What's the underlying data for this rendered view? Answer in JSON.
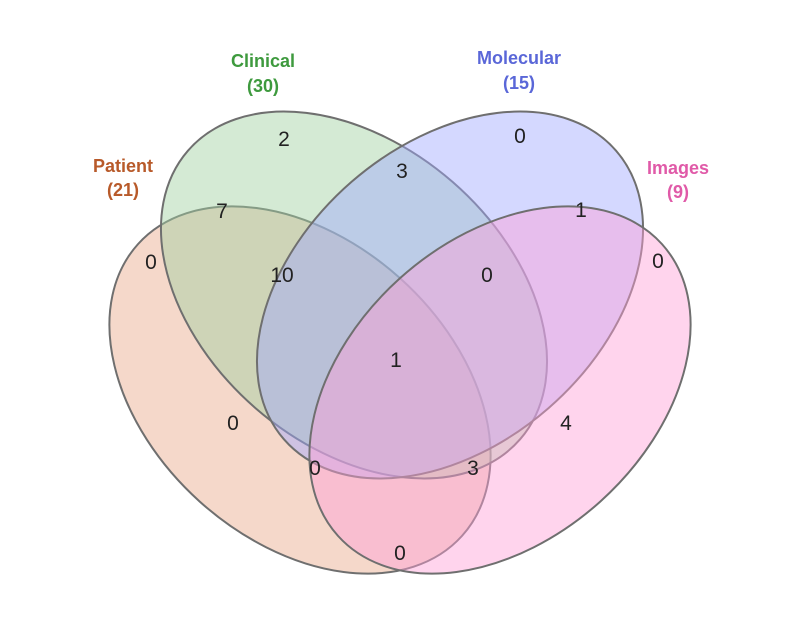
{
  "sets": [
    {
      "key": "patient",
      "name": "Patient",
      "size": "(21)",
      "color": "#b85a2a",
      "fill": "#e8a98a"
    },
    {
      "key": "clinical",
      "name": "Clinical",
      "size": "(30)",
      "color": "#3e9a3e",
      "fill": "#9fd19f"
    },
    {
      "key": "molecular",
      "name": "Molecular",
      "size": "(15)",
      "color": "#5a67d8",
      "fill": "#9fa8ff"
    },
    {
      "key": "images",
      "name": "Images",
      "size": "(9)",
      "color": "#e05aa8",
      "fill": "#ff9fd6"
    }
  ],
  "regions": [
    {
      "sets": [
        "patient"
      ],
      "count": "0"
    },
    {
      "sets": [
        "clinical"
      ],
      "count": "2"
    },
    {
      "sets": [
        "molecular"
      ],
      "count": "0"
    },
    {
      "sets": [
        "images"
      ],
      "count": "0"
    },
    {
      "sets": [
        "patient",
        "clinical"
      ],
      "count": "7"
    },
    {
      "sets": [
        "clinical",
        "molecular"
      ],
      "count": "3"
    },
    {
      "sets": [
        "molecular",
        "images"
      ],
      "count": "1"
    },
    {
      "sets": [
        "patient",
        "clinical",
        "molecular"
      ],
      "count": "10"
    },
    {
      "sets": [
        "clinical",
        "molecular",
        "images"
      ],
      "count": "0"
    },
    {
      "sets": [
        "patient",
        "clinical",
        "molecular",
        "images"
      ],
      "count": "1"
    },
    {
      "sets": [
        "patient",
        "molecular"
      ],
      "count": "0"
    },
    {
      "sets": [
        "clinical",
        "images"
      ],
      "count": "4"
    },
    {
      "sets": [
        "patient",
        "molecular",
        "images"
      ],
      "count": "0"
    },
    {
      "sets": [
        "patient",
        "clinical",
        "images"
      ],
      "count": "3"
    },
    {
      "sets": [
        "patient",
        "images"
      ],
      "count": "0"
    }
  ]
}
